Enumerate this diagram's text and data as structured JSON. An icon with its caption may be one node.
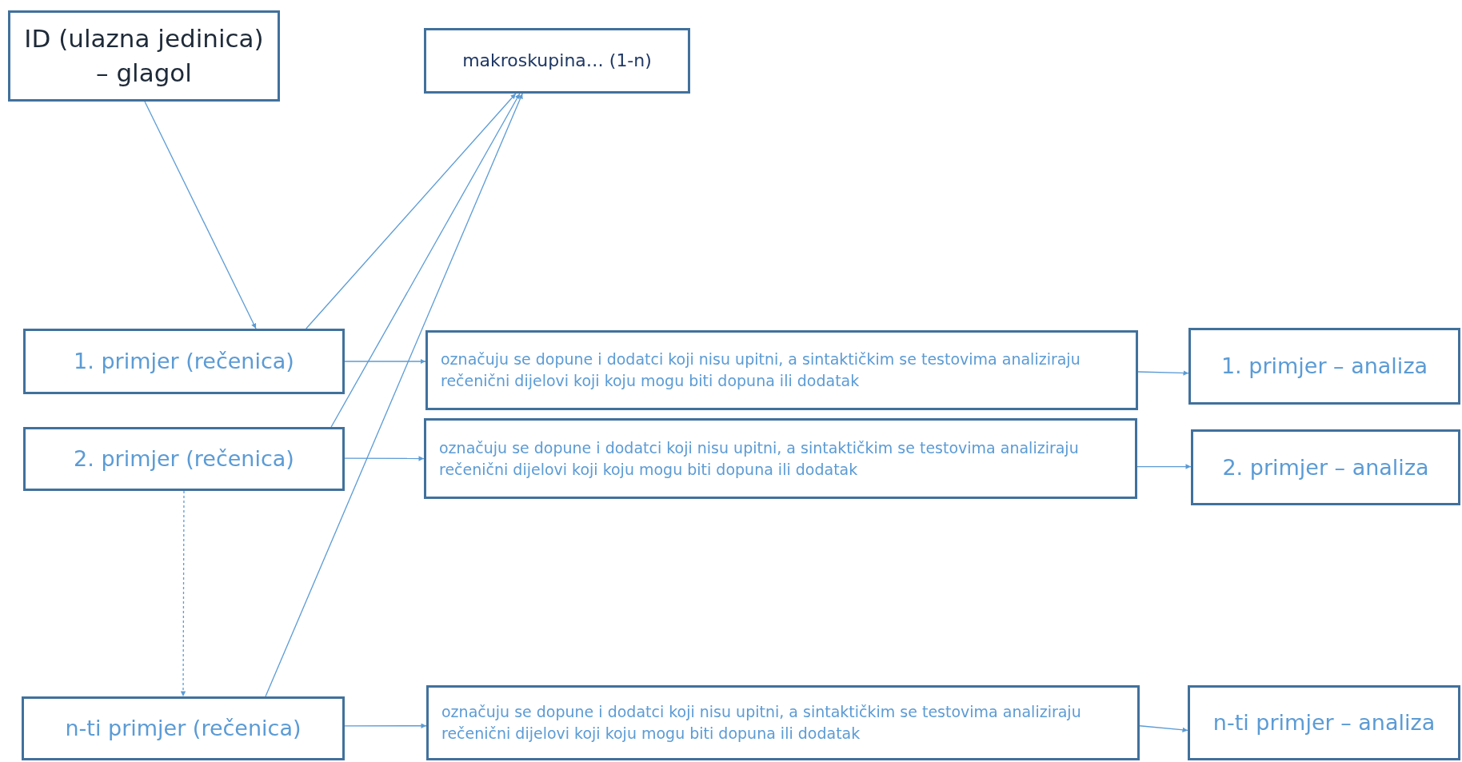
{
  "diagram": {
    "nodes": [
      {
        "text": [
          "ID (ulazna jedinica) – glagol"
        ]
      },
      {
        "text": [
          "makroskupina… (1-n)"
        ]
      },
      {
        "text": [
          "1. primjer (rečenica)"
        ]
      },
      {
        "text": [
          "označuju se dopune i dodatci koji nisu upitni, a sintaktičkim se testovima analiziraju rečenični dijelovi koji koju mogu biti dopuna ili dodatak"
        ]
      },
      {
        "text": [
          "1. primjer – analiza"
        ]
      },
      {
        "text": [
          "2. primjer (rečenica)"
        ]
      },
      {
        "text": [
          "označuju se dopune i dodatci koji nisu upitni, a sintaktičkim se testovima analiziraju rečenični dijelovi koji koju mogu biti dopuna ili dodatak"
        ]
      },
      {
        "text": [
          "2. primjer – analiza"
        ]
      },
      {
        "text": [
          "n-ti primjer (rečenica)"
        ]
      },
      {
        "text": [
          "označuju se dopune i dodatci koji nisu upitni, a sintaktičkim se testovima analiziraju rečenični dijelovi koji koju mogu biti dopuna ili dodatak"
        ]
      },
      {
        "text": [
          "n-ti  primjer – analiza"
        ]
      }
    ],
    "edges": [
      {
        "from": 0,
        "to": 2,
        "arrow": "to"
      },
      {
        "from": 2,
        "to": 1,
        "arrow": "to"
      },
      {
        "from": 5,
        "to": 1,
        "arrow": "to"
      },
      {
        "from": 8,
        "to": 1,
        "arrow": "to"
      },
      {
        "from": 5,
        "to": 8,
        "arrow": "to",
        "style": "dashed"
      },
      {
        "from": 2,
        "to": 3,
        "arrow": "to"
      },
      {
        "from": 3,
        "to": 4,
        "arrow": "to"
      },
      {
        "from": 5,
        "to": 6,
        "arrow": "to"
      },
      {
        "from": 6,
        "to": 7,
        "arrow": "to"
      },
      {
        "from": 8,
        "to": 9,
        "arrow": "to"
      },
      {
        "from": 9,
        "to": 10,
        "arrow": "to"
      }
    ]
  }
}
